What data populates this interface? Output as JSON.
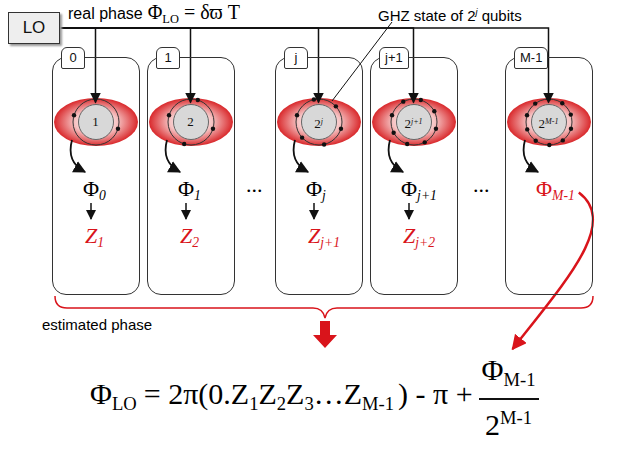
{
  "diagram": {
    "nodes": [
      {
        "text": [
          "LO"
        ]
      },
      {
        "text": [
          "0",
          "Φ",
          "0",
          "Z",
          "1"
        ]
      },
      {
        "text": [
          "1"
        ],
        "in": 1
      },
      {
        "text": [
          "1",
          "Φ",
          "1",
          "Z",
          "2"
        ]
      },
      {
        "text": [
          "2"
        ],
        "in": 3
      },
      {
        "text": [
          "j",
          "Φ",
          "j",
          "Z",
          "j+1"
        ]
      },
      {
        "text": [
          "2",
          "j"
        ],
        "in": 5
      },
      {
        "text": [
          "j+1",
          "Φ",
          "j+1",
          "Z",
          "j+2"
        ]
      },
      {
        "text": [
          "2",
          "j+1"
        ],
        "in": 7
      },
      {
        "text": [
          "M-1",
          "Φ",
          "M-1"
        ]
      },
      {
        "text": [
          "2",
          "M-1"
        ],
        "in": 9
      }
    ],
    "edges": [
      {
        "from": 0,
        "to": 2,
        "arrow": "to"
      },
      {
        "from": 0,
        "to": 4,
        "arrow": "to"
      },
      {
        "from": 0,
        "to": 6,
        "arrow": "to"
      },
      {
        "from": 0,
        "to": 8,
        "arrow": "to"
      },
      {
        "from": 0,
        "to": 10,
        "arrow": "to"
      }
    ],
    "labels": [
      "real phase",
      "Φ",
      "LO",
      "= δϖ T",
      "GHZ state of 2",
      "j",
      "qubits",
      "...",
      "...",
      "estimated phase",
      "Φ",
      "LO",
      "= 2π(0.Z",
      "1",
      "Z",
      "2",
      "Z",
      "3",
      "…Z",
      "M-1",
      ") - π +",
      "Φ",
      "M-1",
      "2",
      "M-1"
    ]
  }
}
